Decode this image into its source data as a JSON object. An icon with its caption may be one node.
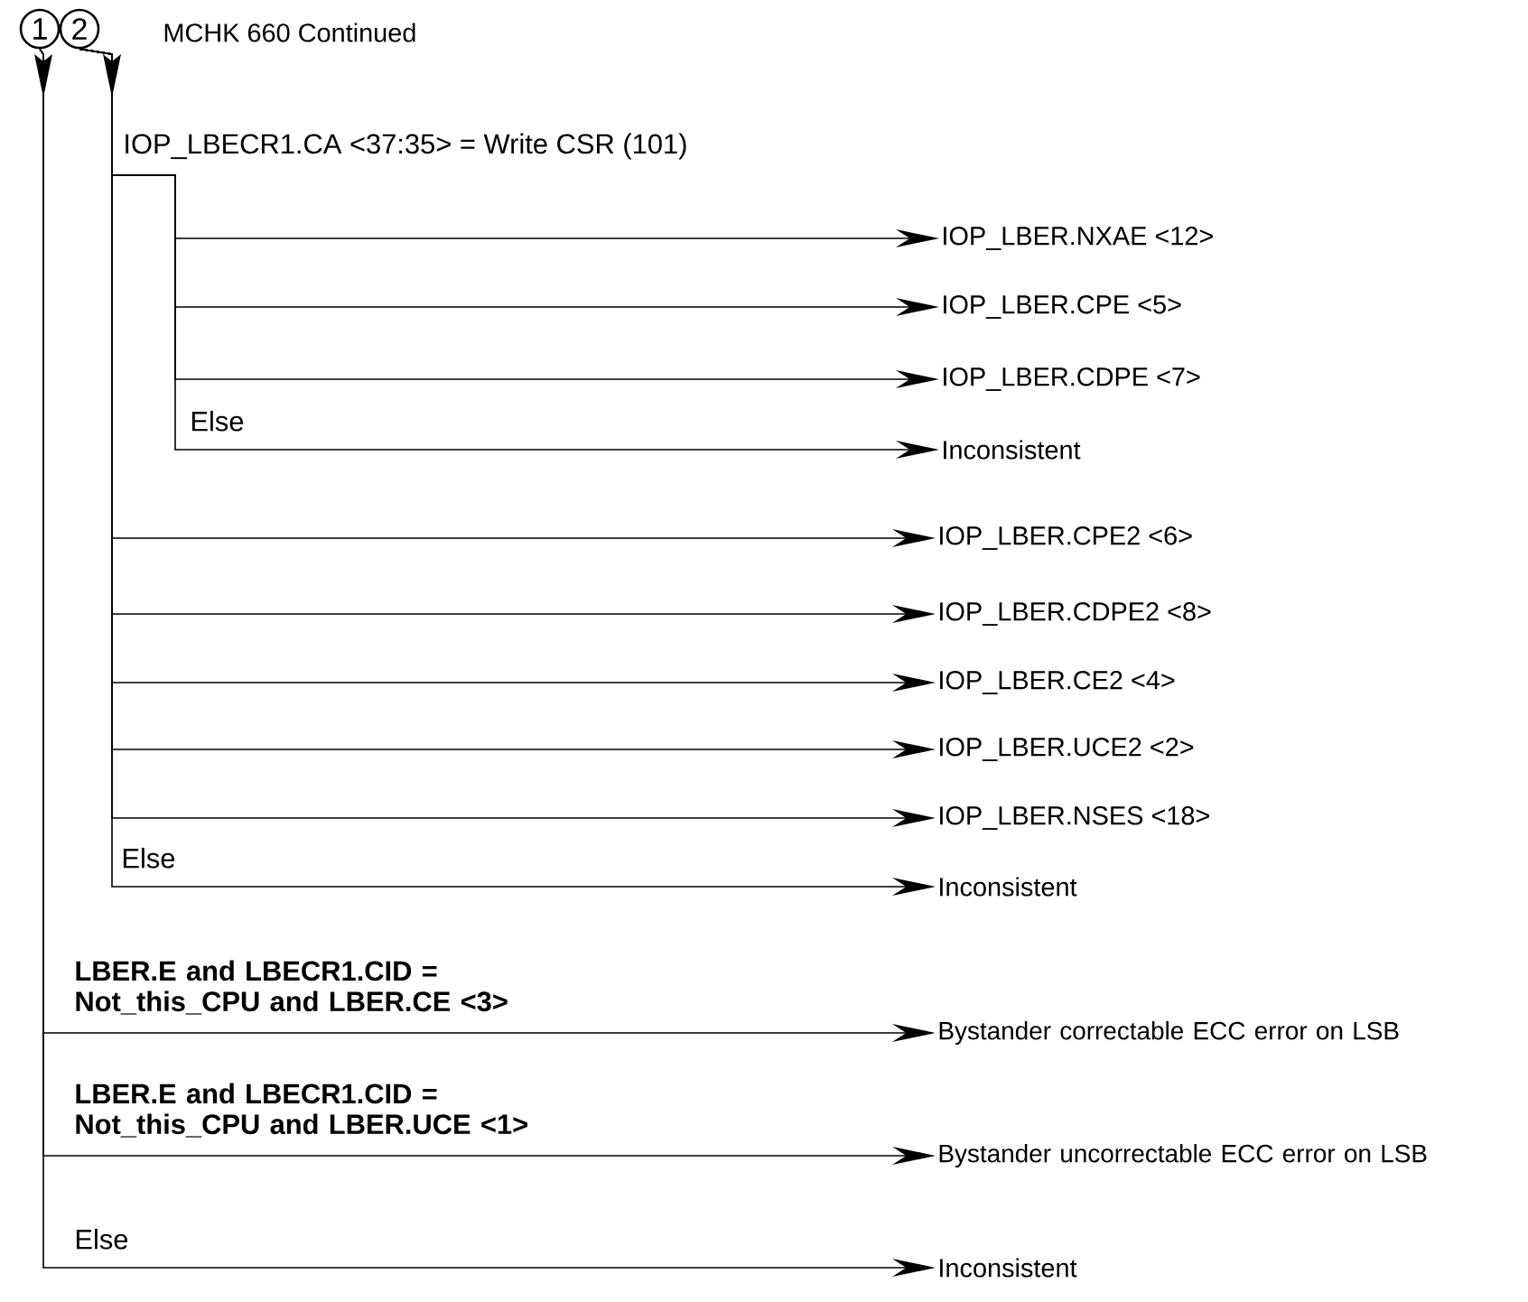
{
  "diagram": {
    "title": "MCHK 660 Continued",
    "nodes": [
      {
        "text": [
          "1"
        ]
      },
      {
        "text": [
          "2"
        ]
      },
      {
        "text": [
          "IOP_LBER.NXAE <12>"
        ]
      },
      {
        "text": [
          "IOP_LBER.CPE <5>"
        ]
      },
      {
        "text": [
          "IOP_LBER.CDPE <7>"
        ]
      },
      {
        "text": [
          "Inconsistent"
        ]
      },
      {
        "text": [
          "IOP_LBER.CPE2 <6>"
        ]
      },
      {
        "text": [
          "IOP_LBER.CDPE2 <8>"
        ]
      },
      {
        "text": [
          "IOP_LBER.CE2 <4>"
        ]
      },
      {
        "text": [
          "IOP_LBER.UCE2 <2>"
        ]
      },
      {
        "text": [
          "IOP_LBER.NSES <18>"
        ]
      },
      {
        "text": [
          "Inconsistent"
        ]
      },
      {
        "text": [
          "Bystander correctable ECC error on LSB"
        ]
      },
      {
        "text": [
          "Bystander uncorrectable ECC error on LSB"
        ]
      },
      {
        "text": [
          "Inconsistent"
        ]
      }
    ],
    "edges": [
      {
        "from": 1,
        "to": 2,
        "arrow": "to"
      },
      {
        "from": 1,
        "to": 3,
        "arrow": "to"
      },
      {
        "from": 1,
        "to": 4,
        "arrow": "to"
      },
      {
        "from": 1,
        "to": 5,
        "arrow": "to",
        "label": "Else"
      },
      {
        "from": 1,
        "to": 6,
        "arrow": "to"
      },
      {
        "from": 1,
        "to": 7,
        "arrow": "to"
      },
      {
        "from": 1,
        "to": 8,
        "arrow": "to"
      },
      {
        "from": 1,
        "to": 9,
        "arrow": "to"
      },
      {
        "from": 1,
        "to": 10,
        "arrow": "to"
      },
      {
        "from": 1,
        "to": 11,
        "arrow": "to",
        "label": "Else"
      },
      {
        "from": 0,
        "to": 12,
        "arrow": "to",
        "label": "**LBER.E and LBECR1.CID = Not_this_CPU and LBER.CE <3>**"
      },
      {
        "from": 0,
        "to": 13,
        "arrow": "to",
        "label": "**LBER.E and LBECR1.CID = Not_this_CPU and LBER.UCE <1>**"
      },
      {
        "from": 0,
        "to": 14,
        "arrow": "to",
        "label": "Else"
      }
    ],
    "labels": [
      "IOP_LBECR1.CA <37:35> = Write CSR (101)"
    ]
  }
}
